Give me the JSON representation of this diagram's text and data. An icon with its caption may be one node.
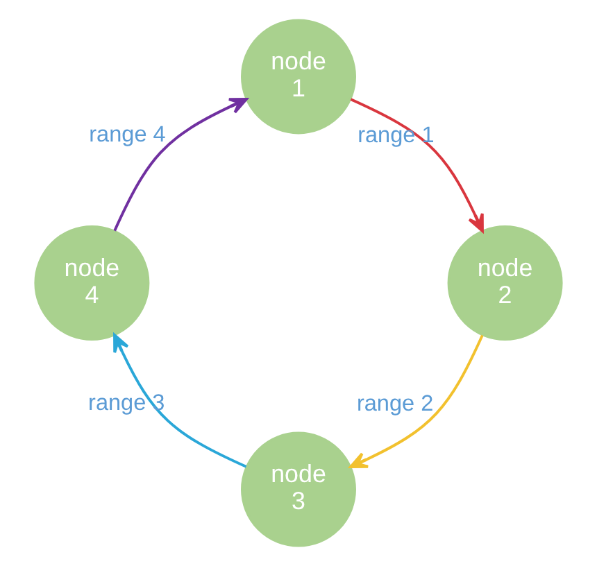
{
  "diagram": {
    "nodes": [
      {
        "text": [
          "node 1"
        ]
      },
      {
        "text": [
          "node 2"
        ]
      },
      {
        "text": [
          "node 3"
        ]
      },
      {
        "text": [
          "node 4"
        ]
      }
    ],
    "edges": [
      {
        "from": 0,
        "to": 1,
        "arrow": "to",
        "label": "range 1",
        "color": "#d9363e"
      },
      {
        "from": 1,
        "to": 2,
        "arrow": "to",
        "label": "range 2",
        "color": "#f2c12e"
      },
      {
        "from": 2,
        "to": 3,
        "arrow": "to",
        "label": "range 3",
        "color": "#2aa7d8"
      },
      {
        "from": 3,
        "to": 0,
        "arrow": "to",
        "label": "range 4",
        "color": "#7030a0"
      }
    ]
  }
}
